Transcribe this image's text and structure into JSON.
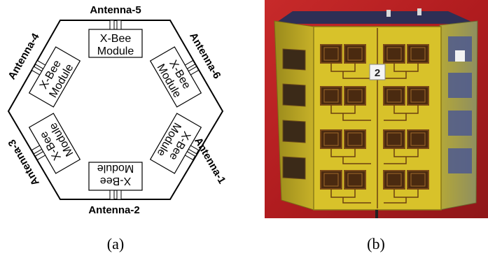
{
  "diagram": {
    "antennas": {
      "a1": "Antenna-1",
      "a2": "Antenna-2",
      "a3": "Antenna-3",
      "a4": "Antenna-4",
      "a5": "Antenna-5",
      "a6": "Antenna-6"
    },
    "module_line1": "X-Bee",
    "module_line2": "Module"
  },
  "photo": {
    "panel_number": "2"
  },
  "captions": {
    "a": "(a)",
    "b": "(b)"
  },
  "colors": {
    "panel_yellow": "#d8c22a",
    "copper_trace": "#6b3f10",
    "background_red": "#b51d20",
    "dark_interior": "#2e2f55"
  }
}
